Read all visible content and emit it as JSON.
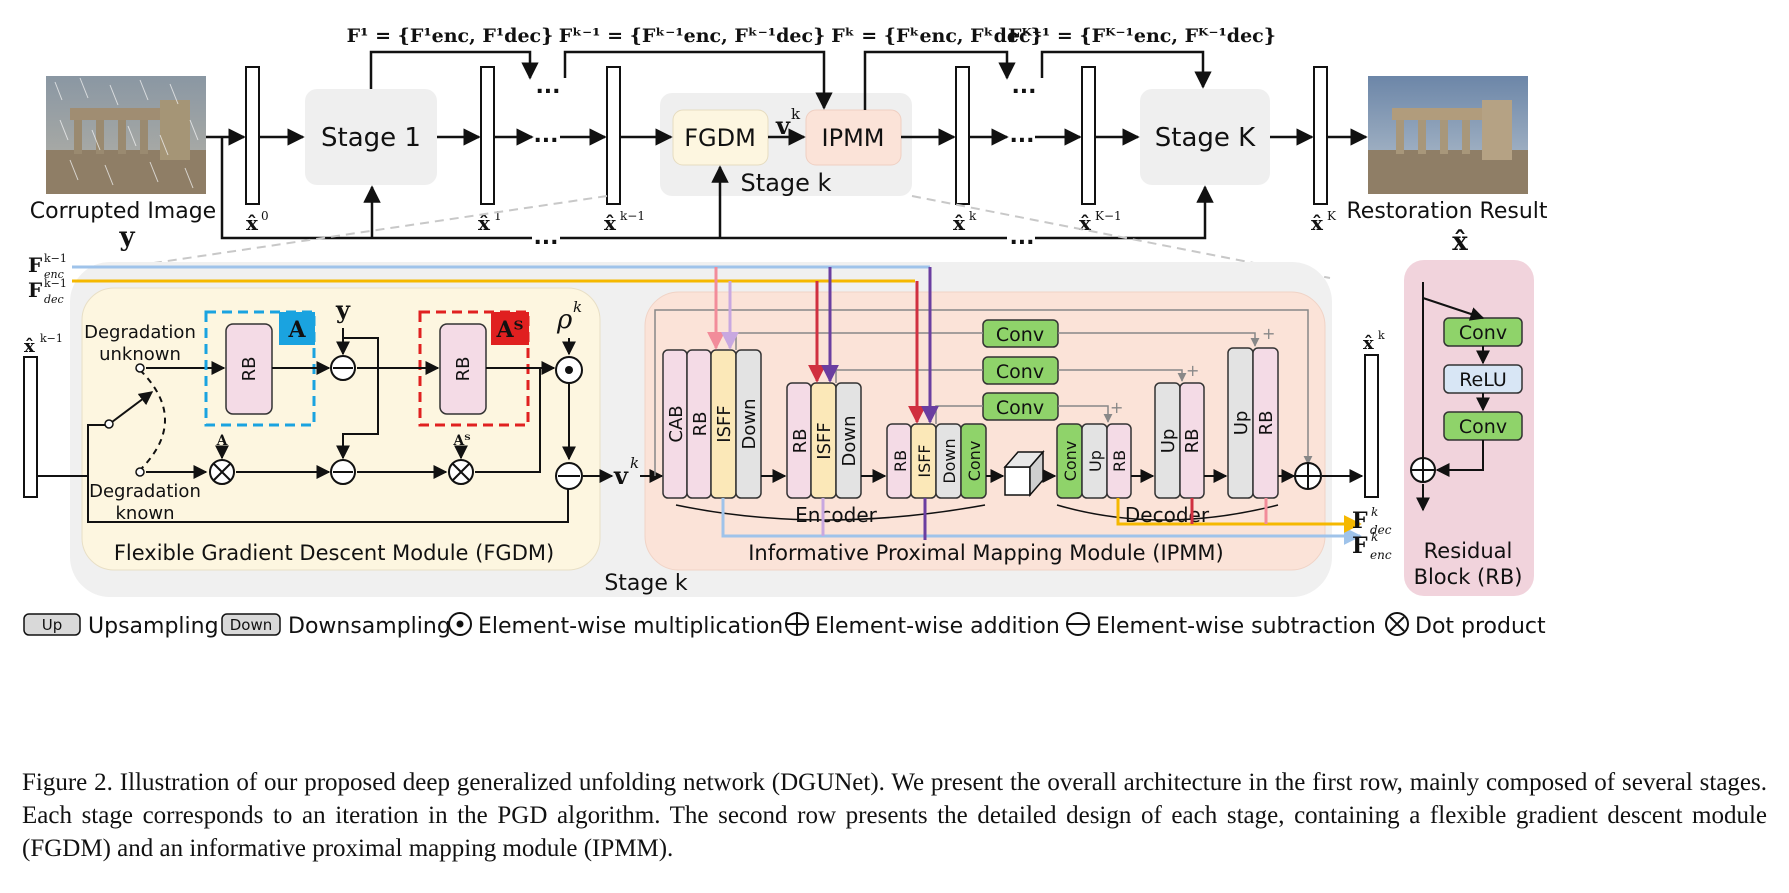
{
  "top_row": {
    "input_label": "Corrupted Image",
    "input_symbol": "y",
    "output_label": "Restoration Result",
    "output_symbol": "x̂",
    "stage1": "Stage 1",
    "stageK": "Stage K",
    "stagek": "Stage k",
    "fgdm_short": "FGDM",
    "ipmm_short": "IPMM",
    "v_symbol": "v",
    "v_sup": "k",
    "ellipsis": "...",
    "x_hats": [
      {
        "base": "x̂",
        "sup": "0"
      },
      {
        "base": "x̂",
        "sup": "1"
      },
      {
        "base": "x̂",
        "sup": "k−1"
      },
      {
        "base": "x̂",
        "sup": "k"
      },
      {
        "base": "x̂",
        "sup": "K−1"
      },
      {
        "base": "x̂",
        "sup": "K"
      }
    ],
    "feature_sets": [
      "F¹ = {F¹enc, F¹dec}",
      "Fᵏ⁻¹ = {Fᵏ⁻¹enc, Fᵏ⁻¹dec}",
      "Fᵏ = {Fᵏenc, Fᵏdec}",
      "Fᴷ⁻¹ = {Fᴷ⁻¹enc, Fᴷ⁻¹dec}"
    ]
  },
  "fgdm": {
    "title": "Flexible Gradient Descent Module (FGDM)",
    "deg_unknown": [
      "Degradation",
      "unknown"
    ],
    "deg_known": [
      "Degradation",
      "known"
    ],
    "rb": "RB",
    "A": "A",
    "AT": "Aᵀ",
    "A_small": "A",
    "AT_small": "Aᵀ",
    "y": "y",
    "rho": "ρ",
    "rho_sup": "k",
    "xin_base": "x̂",
    "xin_sup": "k−1",
    "v_base": "v",
    "v_sup": "k",
    "color_A_box": "#1aa3e0",
    "color_AT_box": "#e02020"
  },
  "inputs": {
    "enc_base": "F",
    "enc_sub": "enc",
    "enc_sup": "k−1",
    "dec_base": "F",
    "dec_sub": "dec",
    "dec_sup": "k−1",
    "color_enc": "#9fc3ea",
    "color_dec": "#f5b800"
  },
  "ipmm": {
    "title": "Informative Proximal Mapping Module (IPMM)",
    "encoder": "Encoder",
    "decoder": "Decoder",
    "conv": "Conv",
    "cab": "CAB",
    "rb": "RB",
    "isff": "ISFF",
    "down": "Down",
    "up": "Up",
    "plus": "+",
    "out_base": "x̂",
    "out_sup": "k",
    "fdec_base": "F",
    "fdec_sub": "dec",
    "fdec_sup": "k",
    "fenc_base": "F",
    "fenc_sub": "enc",
    "fenc_sup": "k"
  },
  "stage_k_label": "Stage k",
  "rb_panel": {
    "conv1": "Conv",
    "relu": "ReLU",
    "conv2": "Conv",
    "title1": "Residual",
    "title2": "Block (RB)"
  },
  "legend": {
    "up_box": "Up",
    "up_text": "Upsampling",
    "down_box": "Down",
    "down_text": "Downsampling",
    "mult_text": "Element-wise multiplication",
    "add_text": "Element-wise addition",
    "sub_text": "Element-wise subtraction",
    "dot_text": "Dot product"
  },
  "caption": "Figure 2. Illustration of our proposed deep generalized unfolding network (DGUNet). We present the overall architecture in the first row, mainly composed of several stages. Each stage corresponds to an iteration in the PGD algorithm. The second row presents the detailed design of each stage, containing a flexible gradient descent module (FGDM) and an informative proximal mapping module (IPMM)."
}
